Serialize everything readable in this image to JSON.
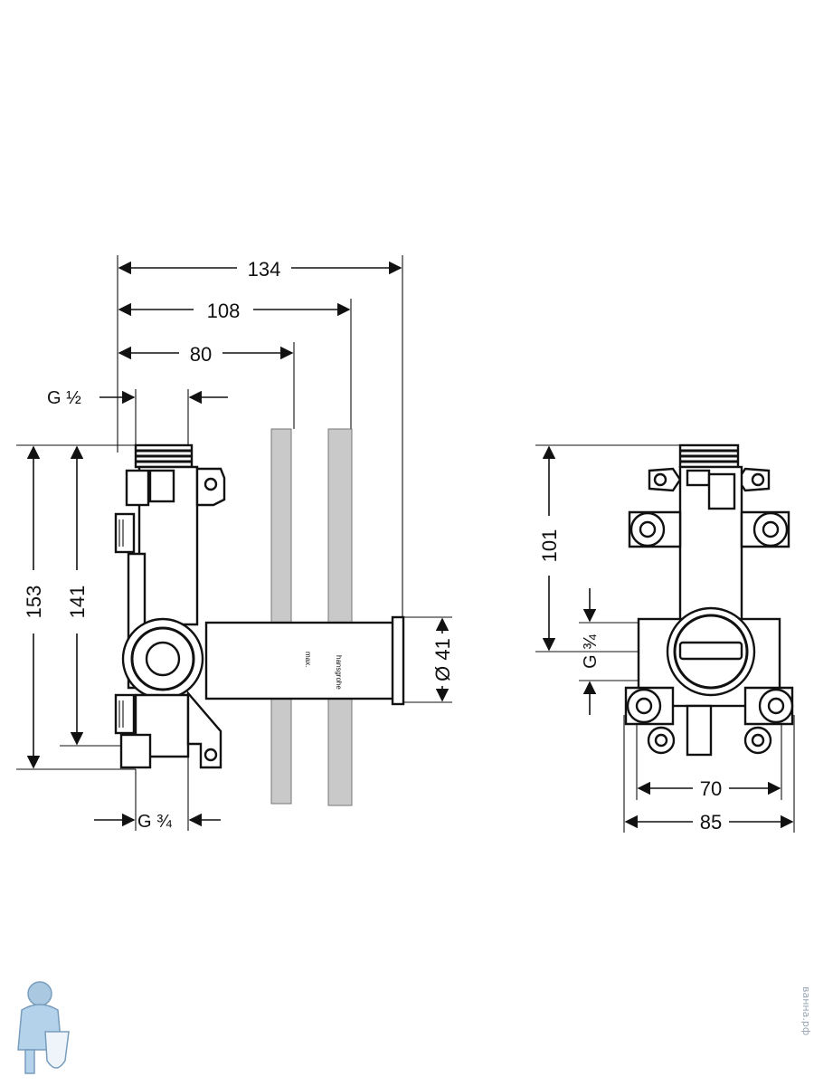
{
  "side_view": {
    "dimensions": {
      "width_total": "134",
      "width_mid": "108",
      "width_short": "80",
      "height_total": "153",
      "height_inner": "141",
      "diameter": "Ø 41"
    },
    "threads": {
      "top": "G ½",
      "bottom": "G ¾"
    },
    "stamp": {
      "text_a": "max.",
      "text_b": "hansgrohe"
    }
  },
  "front_view": {
    "dimensions": {
      "height": "101",
      "width_inner": "70",
      "width_total": "85"
    },
    "threads": {
      "side": "G ¾"
    }
  },
  "watermark": {
    "text": "ванна.рф"
  },
  "colors": {
    "line": "#111111",
    "panel": "#c9c9c9",
    "watermark": "#9aa7b6"
  }
}
